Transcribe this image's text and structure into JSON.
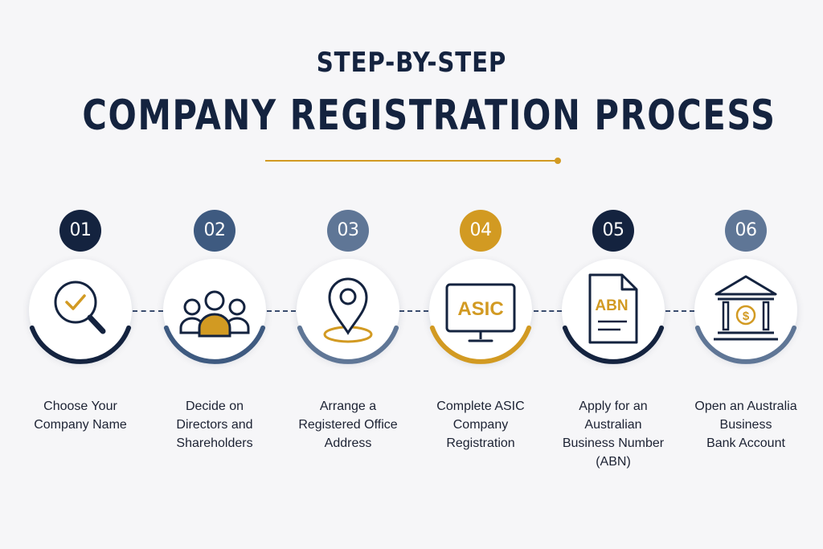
{
  "header": {
    "subtitle": "STEP-BY-STEP",
    "title": "COMPANY REGISTRATION PROCESS"
  },
  "colors": {
    "navy": "#14233f",
    "slate": "#3e5a80",
    "gray_blue": "#5f7696",
    "gold": "#d29a22"
  },
  "steps": [
    {
      "number": "01",
      "label_lines": [
        "Choose Your",
        "Company Name"
      ],
      "icon": "magnifier-check-icon",
      "color": "#14233f"
    },
    {
      "number": "02",
      "label_lines": [
        "Decide on",
        "Directors and",
        "Shareholders"
      ],
      "icon": "people-group-icon",
      "color": "#3e5a80"
    },
    {
      "number": "03",
      "label_lines": [
        "Arrange a",
        "Registered Office",
        "Address"
      ],
      "icon": "location-pin-icon",
      "color": "#5f7696"
    },
    {
      "number": "04",
      "label_lines": [
        "Complete ASIC",
        "Company",
        "Registration"
      ],
      "icon": "monitor-icon",
      "icon_text": "ASIC",
      "color": "#d29a22"
    },
    {
      "number": "05",
      "label_lines": [
        "Apply for an",
        "Australian",
        "Business Number",
        "(ABN)"
      ],
      "icon": "document-icon",
      "icon_text": "ABN",
      "color": "#14233f"
    },
    {
      "number": "06",
      "label_lines": [
        "Open an Australia",
        "Business",
        "Bank Account"
      ],
      "icon": "bank-icon",
      "color": "#5f7696"
    }
  ]
}
